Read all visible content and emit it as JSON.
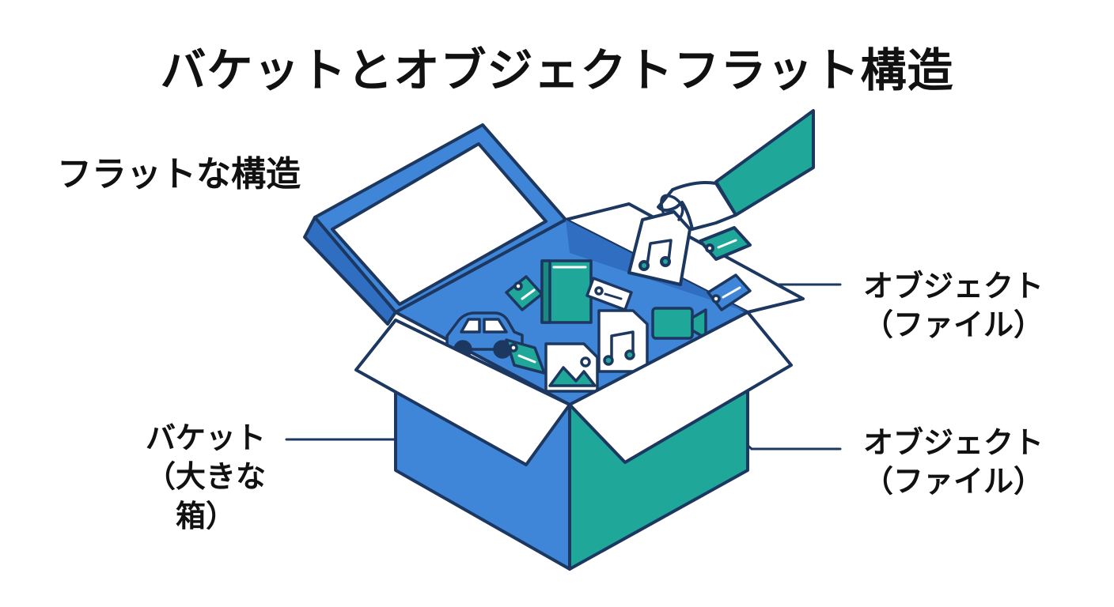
{
  "title": "バケットとオブジェクトフラット構造",
  "labels": {
    "flat_structure": "フラットな構造",
    "bucket_line1": "バケット",
    "bucket_line2": "（大きな箱）",
    "object_top_line1": "オブジェクト",
    "object_top_line2": "（ファイル）",
    "object_bottom_line1": "オブジェクト",
    "object_bottom_line2": "（ファイル）"
  },
  "colors": {
    "box_blue": "#3f86d8",
    "box_teal": "#1fa79a",
    "outline": "#1c3760",
    "paper": "#ffffff"
  }
}
